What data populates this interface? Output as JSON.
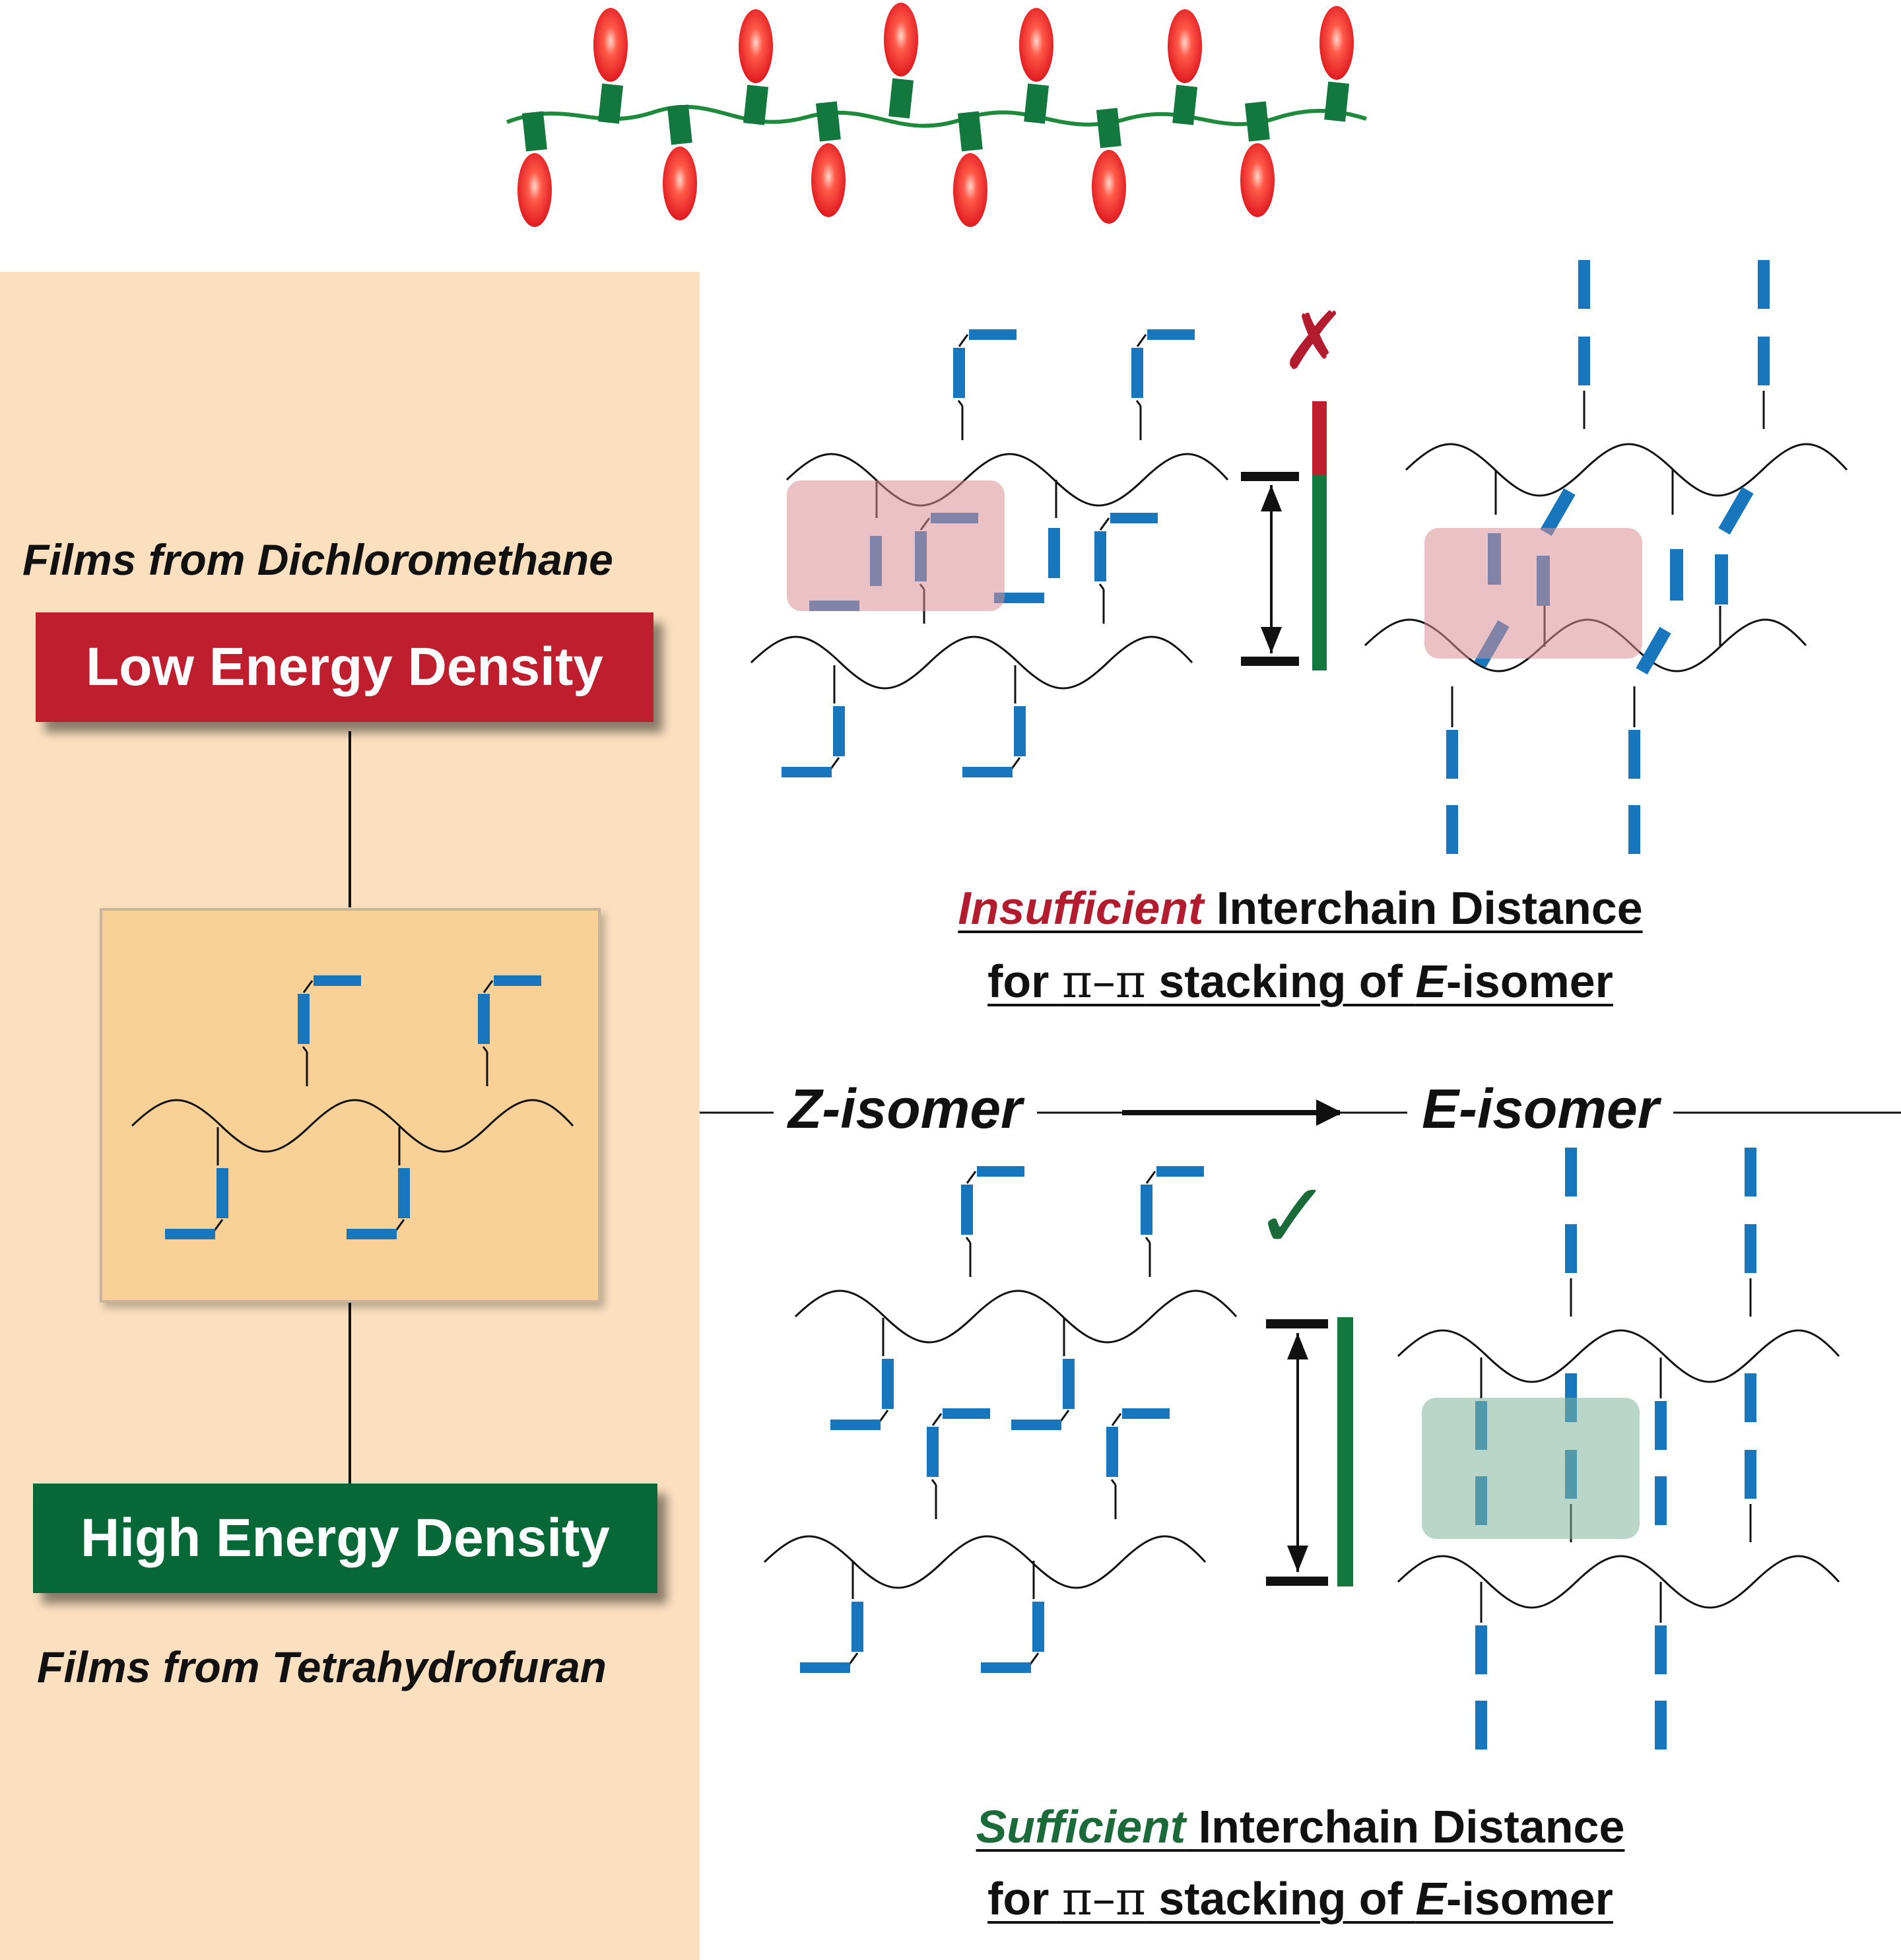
{
  "left_panel": {
    "top_caption": "Films from Dichloromethane",
    "low_badge": "Low Energy Density",
    "high_badge": "High Energy Density",
    "bottom_caption": "Films from Tetrahydrofuran"
  },
  "isomer_axis": {
    "z_label": "Z-isomer",
    "e_label": "E-isomer"
  },
  "top_result": {
    "mark": "✗",
    "highlight": "Insufficient",
    "line1_rest": " Interchain Distance",
    "line2": [
      "for ",
      "π–π",
      " stacking of ",
      "E",
      "-isomer"
    ]
  },
  "bottom_result": {
    "mark": "✓",
    "highlight": "Sufficient",
    "line1_rest": " Interchain Distance",
    "line2": [
      "for ",
      "π–π",
      " stacking of ",
      "E",
      "-isomer"
    ]
  },
  "colors": {
    "panel_bg": "#fbe0c0",
    "inset_bg": "#f9d096",
    "low_red": "#be1e2d",
    "high_green": "#066836",
    "unit_blue": "#1876bd",
    "bulb_red": "#ed1c24",
    "wire_green": "#1e8a3c",
    "cap_green": "#12783d",
    "overlap_red": "#d98f96",
    "overlap_green": "#7fb59a"
  }
}
